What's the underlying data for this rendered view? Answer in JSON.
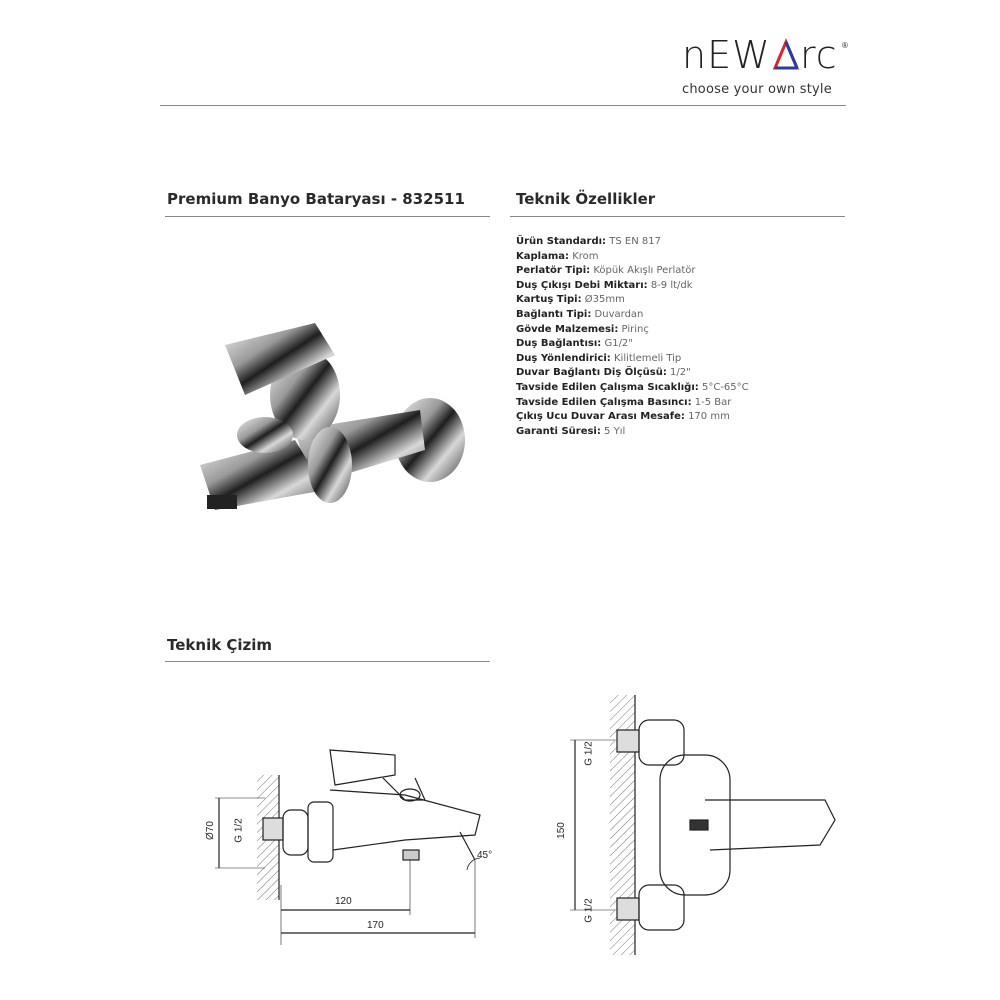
{
  "brand": {
    "name": "newarc",
    "tagline": "choose your own style"
  },
  "product": {
    "title": "Premium Banyo Bataryası - 832511"
  },
  "specs_section": {
    "title": "Teknik Özellikler",
    "items": [
      {
        "label": "Ürün Standardı:",
        "value": "TS EN 817"
      },
      {
        "label": "Kaplama:",
        "value": "Krom"
      },
      {
        "label": "Perlatör Tipi:",
        "value": "Köpük Akışlı Perlatör"
      },
      {
        "label": "Duş Çıkışı Debi Miktarı:",
        "value": "8-9 lt/dk"
      },
      {
        "label": "Kartuş Tipi:",
        "value": "Ø35mm"
      },
      {
        "label": "Bağlantı Tipi:",
        "value": "Duvardan"
      },
      {
        "label": "Gövde Malzemesi:",
        "value": "Pirinç"
      },
      {
        "label": "Duş Bağlantısı:",
        "value": "G1/2\""
      },
      {
        "label": "Duş Yönlendirici:",
        "value": "Kilitlemeli Tip"
      },
      {
        "label": "Duvar Bağlantı Diş Ölçüsü:",
        "value": "1/2\""
      },
      {
        "label": "Tavside Edilen Çalışma Sıcaklığı:",
        "value": "5°C-65°C"
      },
      {
        "label": "Tavside Edilen Çalışma Basıncı:",
        "value": "1-5 Bar"
      },
      {
        "label": "Çıkış Ucu Duvar Arası Mesafe:",
        "value": "170 mm"
      },
      {
        "label": "Garanti Süresi:",
        "value": "5 Yıl"
      }
    ]
  },
  "drawing_section": {
    "title": "Teknik Çizim",
    "side_view": {
      "diameter": "Ø70",
      "thread": "G 1/2",
      "dim_short": "120",
      "dim_long": "170",
      "angle": "45°"
    },
    "front_view": {
      "thread_top": "G 1/2",
      "thread_bottom": "G 1/2",
      "dim_height": "150"
    }
  },
  "colors": {
    "logo_red": "#d9262c",
    "logo_blue": "#2a3d9c",
    "rule": "#888888"
  }
}
